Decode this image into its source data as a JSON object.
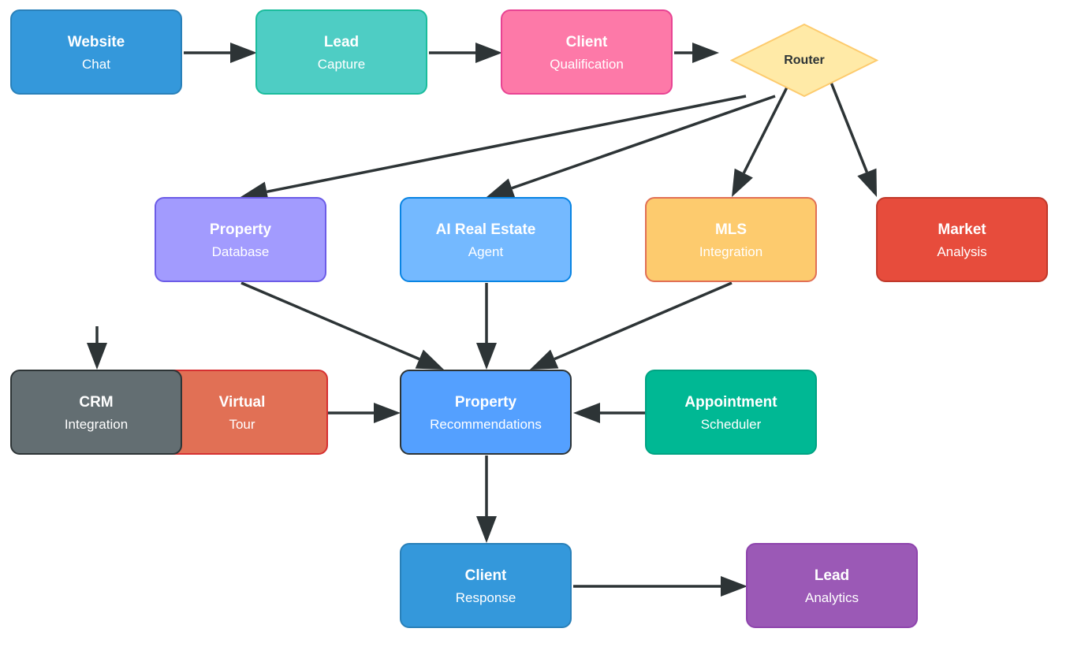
{
  "diagram": {
    "nodes": [
      {
        "id": "website-chat",
        "title": "Website",
        "subtitle": "Chat",
        "fill": "#3498db",
        "stroke": "#2980b9"
      },
      {
        "id": "lead-capture",
        "title": "Lead",
        "subtitle": "Capture",
        "fill": "#4ecdc4",
        "stroke": "#1abc9c"
      },
      {
        "id": "client-qualification",
        "title": "Client",
        "subtitle": "Qualification",
        "fill": "#fd79a8",
        "stroke": "#e84393"
      },
      {
        "id": "property-database",
        "title": "Property",
        "subtitle": "Database",
        "fill": "#a29bfe",
        "stroke": "#6c5ce7"
      },
      {
        "id": "ai-real-estate-agent",
        "title": "AI Real Estate",
        "subtitle": "Agent",
        "fill": "#74b9ff",
        "stroke": "#0984e3"
      },
      {
        "id": "mls-integration",
        "title": "MLS",
        "subtitle": "Integration",
        "fill": "#fdcb6e",
        "stroke": "#e17055"
      },
      {
        "id": "market-analysis",
        "title": "Market",
        "subtitle": "Analysis",
        "fill": "#e74c3c",
        "stroke": "#c0392b"
      },
      {
        "id": "virtual-tour",
        "title": "Virtual",
        "subtitle": "Tour",
        "fill": "#e17055",
        "stroke": "#d63031"
      },
      {
        "id": "crm-integration",
        "title": "CRM",
        "subtitle": "Integration",
        "fill": "#636e72",
        "stroke": "#2d3436"
      },
      {
        "id": "property-recommendations",
        "title": "Property",
        "subtitle": "Recommendations",
        "fill": "#54a0ff",
        "stroke": "#2d3436"
      },
      {
        "id": "appointment-scheduler",
        "title": "Appointment",
        "subtitle": "Scheduler",
        "fill": "#00b894",
        "stroke": "#00a383"
      },
      {
        "id": "client-response",
        "title": "Client",
        "subtitle": "Response",
        "fill": "#3498db",
        "stroke": "#2980b9"
      },
      {
        "id": "lead-analytics",
        "title": "Lead",
        "subtitle": "Analytics",
        "fill": "#9b59b6",
        "stroke": "#8e44ad"
      }
    ],
    "router": {
      "label": "Router",
      "fill": "#ffeaa7",
      "stroke": "#fdcb6e"
    },
    "edges": [
      {
        "from": "website-chat",
        "to": "lead-capture"
      },
      {
        "from": "lead-capture",
        "to": "client-qualification"
      },
      {
        "from": "client-qualification",
        "to": "router"
      },
      {
        "from": "router",
        "to": "property-database"
      },
      {
        "from": "router",
        "to": "ai-real-estate-agent"
      },
      {
        "from": "router",
        "to": "mls-integration"
      },
      {
        "from": "router",
        "to": "market-analysis"
      },
      {
        "from": "property-database",
        "to": "property-recommendations"
      },
      {
        "from": "ai-real-estate-agent",
        "to": "property-recommendations"
      },
      {
        "from": "mls-integration",
        "to": "property-recommendations"
      },
      {
        "from": "virtual-tour",
        "to": "property-recommendations"
      },
      {
        "from": "appointment-scheduler",
        "to": "property-recommendations"
      },
      {
        "from": "external",
        "to": "crm-integration"
      },
      {
        "from": "property-recommendations",
        "to": "client-response"
      },
      {
        "from": "client-response",
        "to": "lead-analytics"
      }
    ],
    "edge_color": "#2d3436"
  }
}
